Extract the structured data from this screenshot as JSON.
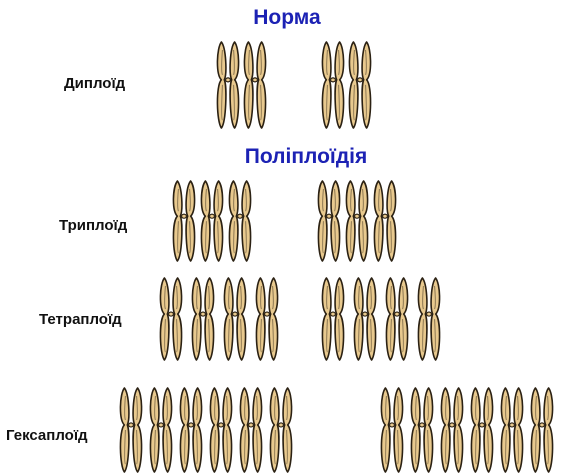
{
  "titles": {
    "normal": "Норма",
    "polyploidy": "Поліплоїдія"
  },
  "rows": {
    "diploid": {
      "label": "Диплоїд",
      "sets_per_group": 2,
      "groups": 2
    },
    "triploid": {
      "label": "Триплоїд",
      "sets_per_group": 3,
      "groups": 2
    },
    "tetraploid": {
      "label": "Тетраплоїд",
      "sets_per_group": 4,
      "groups": 2
    },
    "hexaploid": {
      "label": "Гексаплоїд",
      "sets_per_group": 6,
      "groups": 2
    }
  },
  "colors": {
    "title": "#1c22b4",
    "label": "#111111",
    "chromosome_fill": "#e8c98e",
    "chromosome_outline": "#2b2113"
  }
}
